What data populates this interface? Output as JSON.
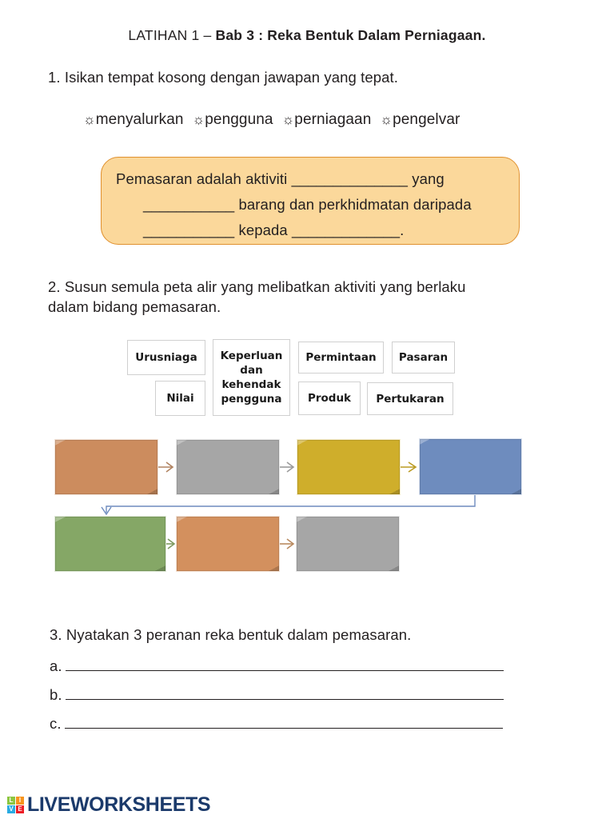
{
  "title": {
    "regular": "LATIHAN 1 – ",
    "bold": "Bab 3 : Reka Bentuk Dalam Perniagaan."
  },
  "question1": {
    "prompt": "1. Isikan tempat kosong dengan jawapan yang tepat.",
    "bullet_glyph": "☼",
    "word_bank": [
      "menyalurkan",
      "pengguna",
      "perniagaan",
      "pengelvar"
    ],
    "cloze_box": {
      "line1": "Pemasaran adalah aktiviti ______________ yang",
      "line2": "___________ barang dan perkhidmatan daripada",
      "line3": "___________ kepada _____________.",
      "fill_color": "#fbd89b",
      "border_color": "#e0912f"
    }
  },
  "question2": {
    "prompt_line1": "2. Susun semula peta alir yang melibatkan aktiviti yang berlaku",
    "prompt_line2": "dalam bidang pemasaran.",
    "word_boxes": [
      {
        "label": "Urusniaga"
      },
      {
        "label": "Nilai"
      },
      {
        "label": "Keperluan\ndan\nkehendak\npengguna"
      },
      {
        "label": "Permintaan"
      },
      {
        "label": "Produk"
      },
      {
        "label": "Pasaran"
      },
      {
        "label": "Pertukaran"
      }
    ],
    "flow_chart": {
      "row1": [
        {
          "name": "flow-box-1",
          "color": "#cc8c5e"
        },
        {
          "name": "flow-box-2",
          "color": "#a6a6a6"
        },
        {
          "name": "flow-box-3",
          "color": "#cfae2b"
        },
        {
          "name": "flow-box-4",
          "color": "#6e8cbe"
        }
      ],
      "row2": [
        {
          "name": "flow-box-5",
          "color": "#85a766"
        },
        {
          "name": "flow-box-6",
          "color": "#d3905e"
        },
        {
          "name": "flow-box-7",
          "color": "#a6a6a6"
        }
      ],
      "connector_color": "#6e8cbe"
    }
  },
  "question3": {
    "prompt": "3. Nyatakan 3 peranan reka bentuk dalam pemasaran.",
    "answers": [
      {
        "label": "a."
      },
      {
        "label": "b."
      },
      {
        "label": "c."
      }
    ]
  },
  "footer": {
    "tiles": [
      "L",
      "I",
      "V",
      "E"
    ],
    "brand": "LIVEWORKSHEETS"
  }
}
